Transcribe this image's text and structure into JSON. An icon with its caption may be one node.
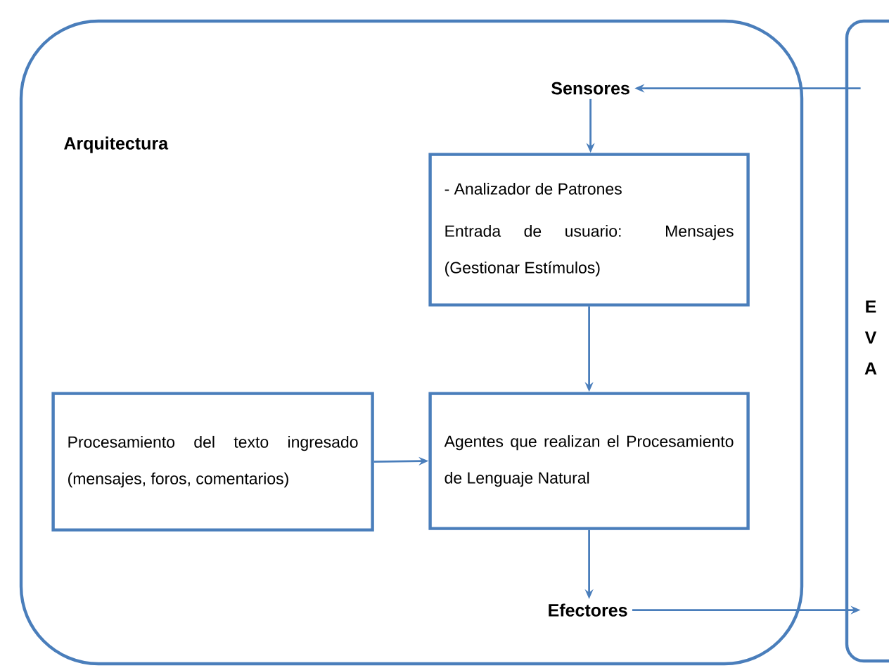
{
  "diagram": {
    "nodes": [
      {
        "text": [
          "Arquitectura"
        ]
      },
      {
        "text": [
          "Sensores"
        ],
        "in": 0
      },
      {
        "text": [
          "- Analizador de Patrones",
          "Entrada de usuario: Mensajes (Gestionar Estímulos)"
        ],
        "in": 0
      },
      {
        "text": [
          "Procesamiento del texto ingresado (mensajes, foros, comentarios)"
        ],
        "in": 0
      },
      {
        "text": [
          "Agentes que realizan el Procesamiento de Lenguaje Natural"
        ],
        "in": 0
      },
      {
        "text": [
          "Efectores"
        ],
        "in": 0
      },
      {
        "text": [
          "E V A"
        ]
      }
    ],
    "edges": [
      {
        "from": 6,
        "to": 1,
        "arrow": "to"
      },
      {
        "from": 1,
        "to": 2,
        "arrow": "to"
      },
      {
        "from": 2,
        "to": 4,
        "arrow": "to"
      },
      {
        "from": 3,
        "to": 4,
        "arrow": "to"
      },
      {
        "from": 4,
        "to": 5,
        "arrow": "to"
      },
      {
        "from": 5,
        "to": 6,
        "arrow": "to"
      }
    ]
  }
}
